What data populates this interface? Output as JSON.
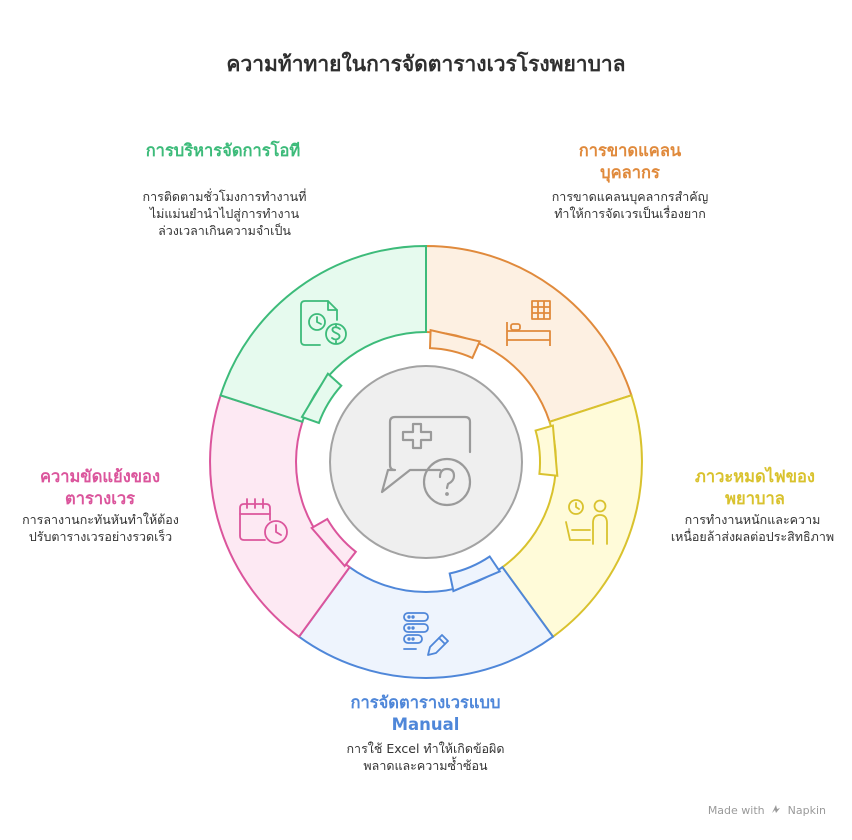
{
  "title": "ความท้าทายในการจัดตารางเวรโรงพยาบาล",
  "segments": [
    {
      "key": "staff",
      "title": "การขาดแคลนบุคลากร",
      "desc": "การขาดแคลนบุคลากรสำคัญทำให้การจัดเวรเป็นเรื่องยาก",
      "color": "#e08a3c",
      "fill": "#fdf0e2",
      "icon": "bed-icon"
    },
    {
      "key": "burnout",
      "title": "ภาวะหมดไฟของพยาบาล",
      "desc": "การทำงานหนักและความเหนื่อยล้าส่งผลต่อประสิทธิภาพ",
      "color": "#d9c22e",
      "fill": "#fffbd9",
      "icon": "tired-worker-icon"
    },
    {
      "key": "manual",
      "title": "การจัดตารางเวรแบบ Manual",
      "desc": "การใช้ Excel ทำให้เกิดข้อผิดพลาดและความซ้ำซ้อน",
      "color": "#4f87d9",
      "fill": "#eef4fd",
      "icon": "database-edit-icon"
    },
    {
      "key": "conflict",
      "title": "ความขัดแย้งของตารางเวร",
      "desc": "การลางานกะทันหันทำให้ต้องปรับตารางเวรอย่างรวดเร็ว",
      "color": "#db559c",
      "fill": "#fde9f3",
      "icon": "calendar-clock-icon"
    },
    {
      "key": "overtime",
      "title": "การบริหารจัดการโอที",
      "desc": "การติดตามชั่วโมงการทำงานที่ไม่แม่นยำนำไปสู่การทำงานล่วงเวลาเกินความจำเป็น",
      "color": "#3dbb7a",
      "fill": "#e6faee",
      "icon": "time-money-icon"
    }
  ],
  "center_icon": "medical-question-icon",
  "footer": {
    "made_with": "Made with",
    "brand": "Napkin"
  }
}
